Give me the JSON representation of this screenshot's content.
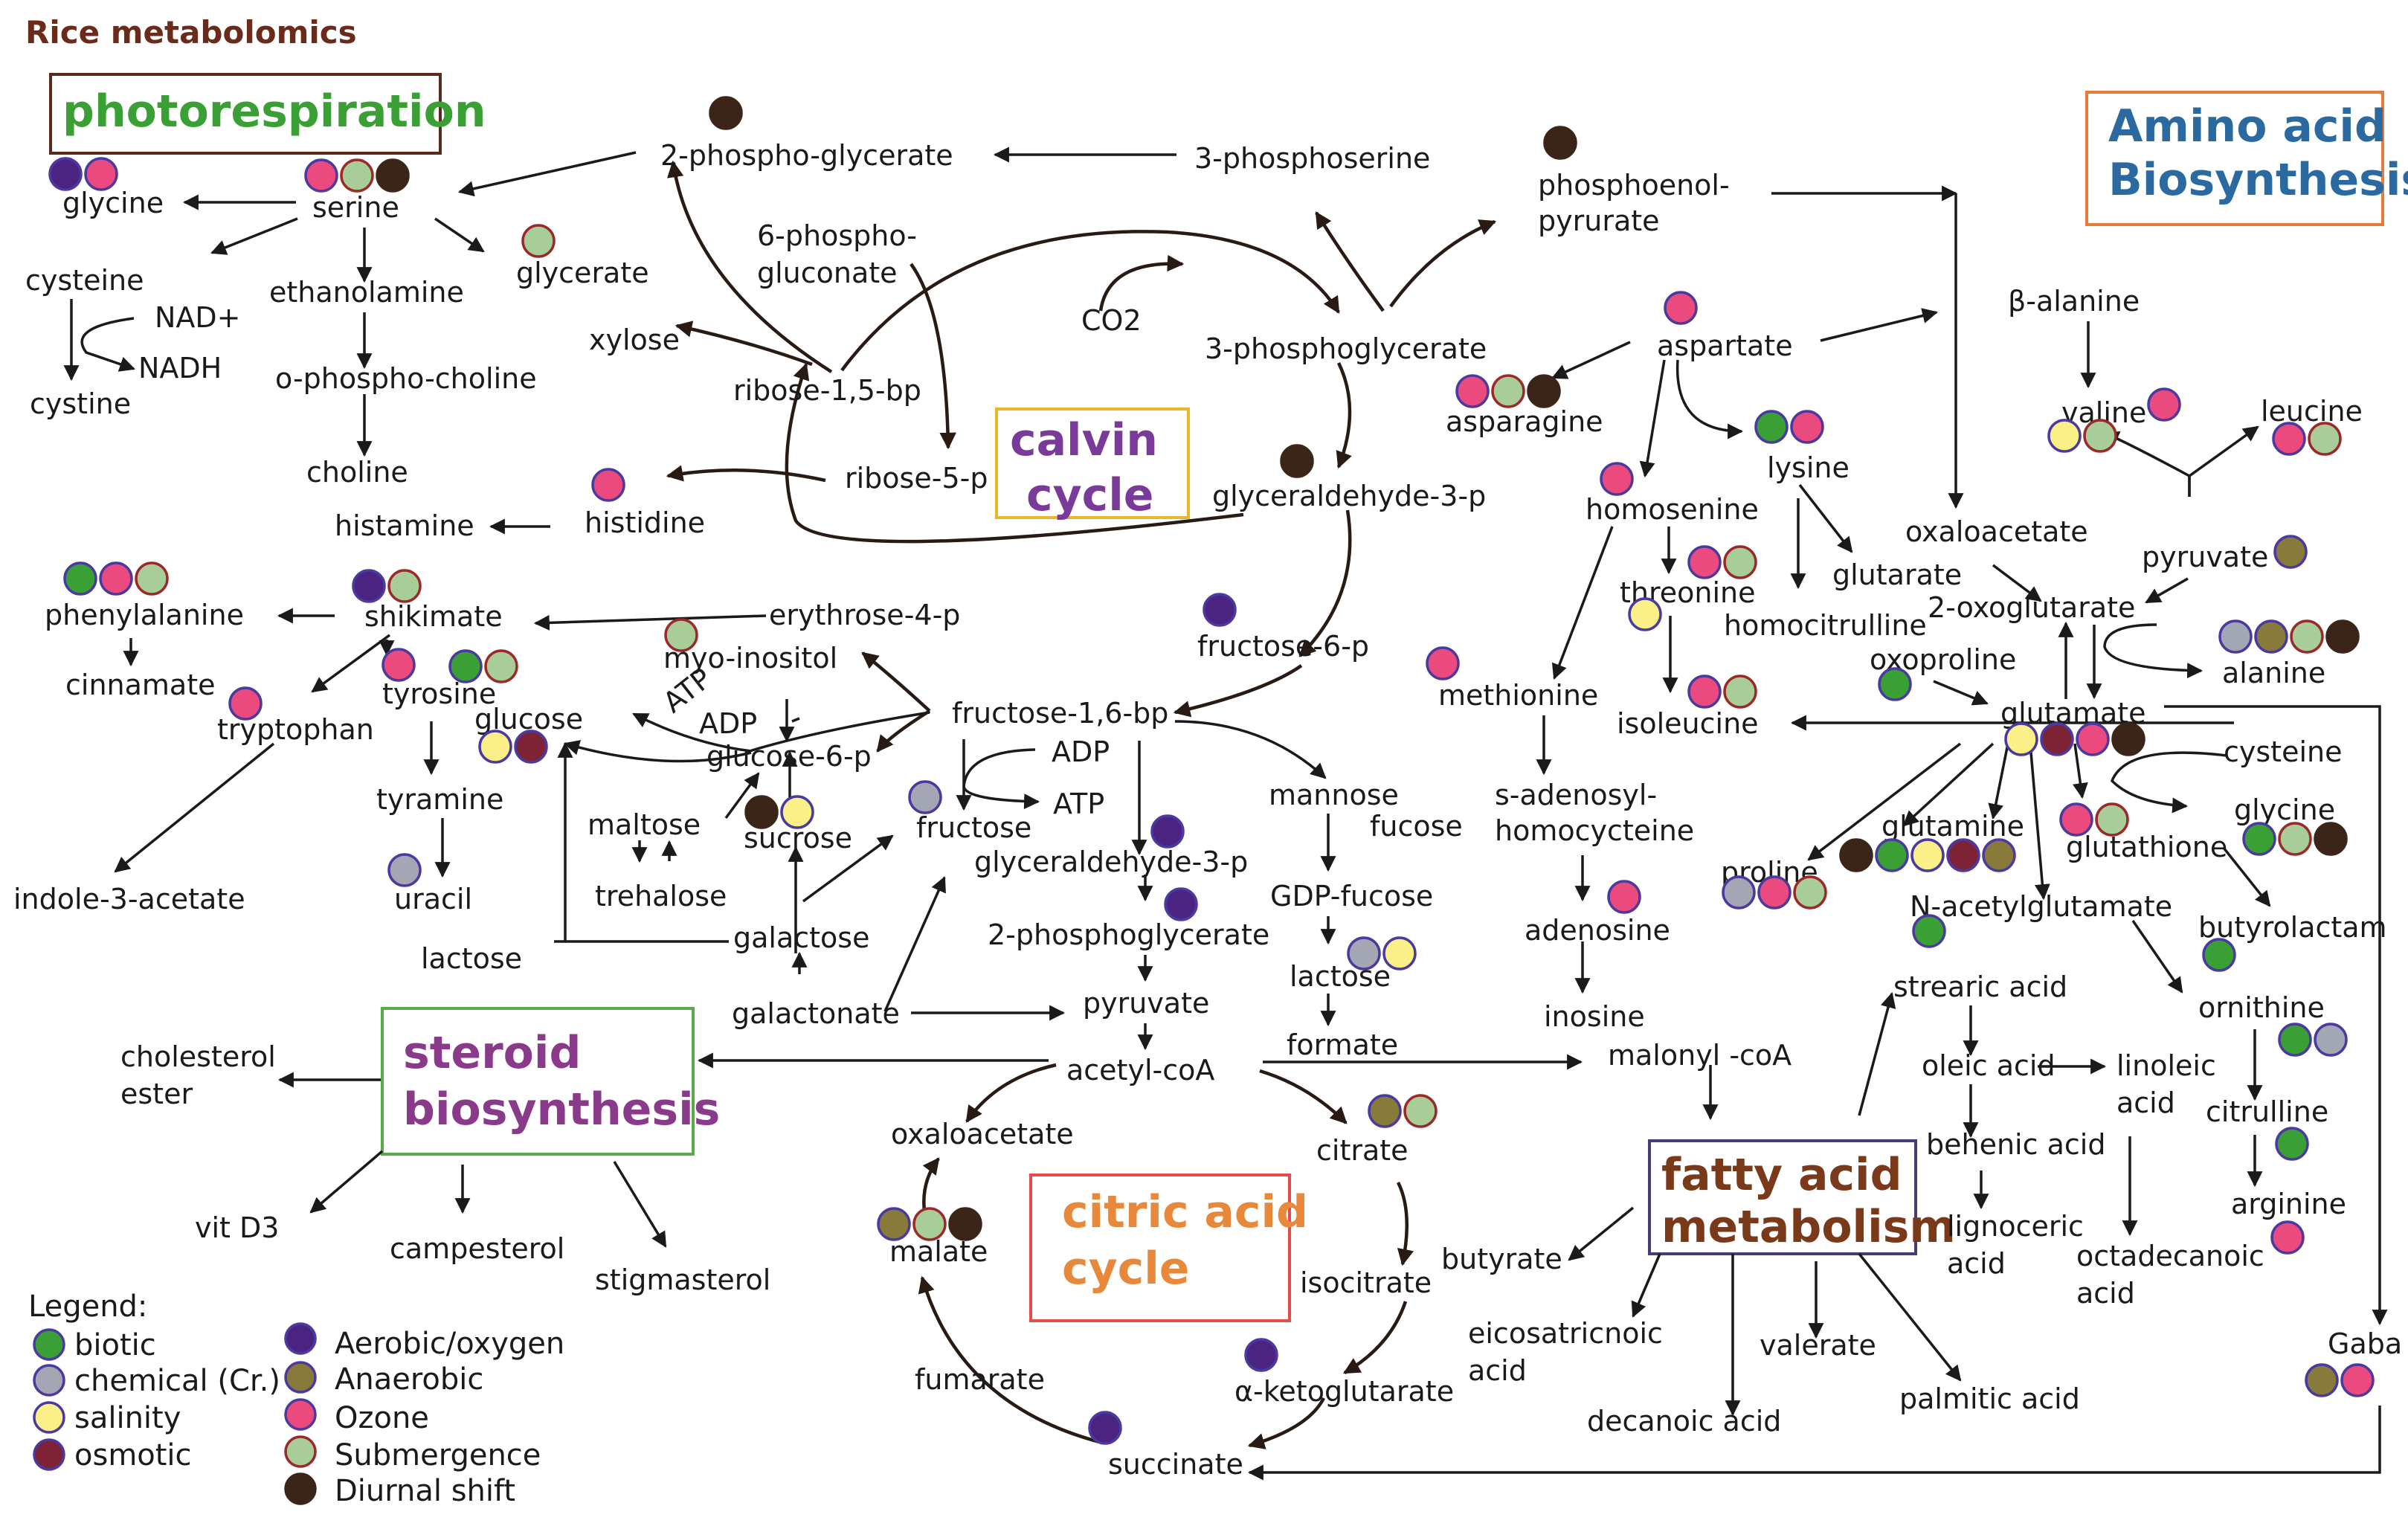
{
  "title": "Rice metabolomics",
  "colors": {
    "biotic": "#3aa035",
    "chemical": "#a3a6b3",
    "salinity": "#fbef88",
    "osmotic": "#7e2336",
    "aerobic": "#4b2380",
    "anaerobic": "#877a3a",
    "ozone": "#ea4a7d",
    "submergence": "#a9cd99",
    "diurnal": "#3b2418",
    "dot_outline_purple": "#4a3aa0",
    "dot_outline_red": "#9a2a2a"
  },
  "boxes": {
    "photorespiration": "photorespiration",
    "amino_line1": "Amino acid",
    "amino_line2": "Biosynthesis",
    "calvin_line1": "calvin",
    "calvin_line2": "cycle",
    "steroid_line1": "steroid",
    "steroid_line2": "biosynthesis",
    "citric_line1": "citric acid",
    "citric_line2": "cycle",
    "fatty_line1": "fatty acid",
    "fatty_line2": "metabolism"
  },
  "labels": {
    "glycine": "glycine",
    "serine": "serine",
    "glycerate": "glycerate",
    "cysteine": "cysteine",
    "nad": "NAD+",
    "nadh": "NADH",
    "cystine": "cystine",
    "ethanolamine": "ethanolamine",
    "o_phospho_choline": "o-phospho-choline",
    "choline": "choline",
    "histamine": "histamine",
    "histidine": "histidine",
    "phenylalanine": "phenylalanine",
    "shikimate": "shikimate",
    "cinnamate": "cinnamate",
    "tryptophan": "tryptophan",
    "tyrosine": "tyrosine",
    "tyramine": "tyramine",
    "uracil": "uracil",
    "indole_3_acetate": "indole-3-acetate",
    "two_phospho_glycerate": "2-phospho-glycerate",
    "three_phosphoserine": "3-phosphoserine",
    "six_phospho": "6-phospho-",
    "gluconate": "gluconate",
    "xylose": "xylose",
    "ribose_15_bp": "ribose-1,5-bp",
    "ribose_5_p": "ribose-5-p",
    "co2": "CO2",
    "three_phosphoglycerate": "3-phosphoglycerate",
    "gad3p_top": "glyceraldehyde-3-p",
    "fructose_6_p": "fructose-6-p",
    "erythrose_4_p": "erythrose-4-p",
    "myo_inositol": "myo-inositol",
    "atp_diag": "ATP",
    "adp_left": "ADP",
    "glucose": "glucose",
    "glucose_6_p": "glucose-6-p",
    "fructose_16_bp": "fructose-1,6-bp",
    "adp_mid": "ADP",
    "atp_mid": "ATP",
    "maltose": "maltose",
    "sucrose": "sucrose",
    "fructose": "fructose",
    "trehalose": "trehalose",
    "gad3p_mid": "glyceraldehyde-3-p",
    "two_phosphoglycerate": "2-phosphoglycerate",
    "lactose_left": "lactose",
    "galactose": "galactose",
    "galactonate": "galactonate",
    "pyruvate_mid": "pyruvate",
    "acetyl_coa": "acetyl-coA",
    "mannose": "mannose",
    "fucose": "fucose",
    "gdp_fucose": "GDP-fucose",
    "lactose_right": "lactose",
    "formate": "formate",
    "cholesterol": "cholesterol",
    "ester": "ester",
    "vit_d3": "vit D3",
    "campesterol": "campesterol",
    "stigmasterol": "stigmasterol",
    "oxaloacetate_tca": "oxaloacetate",
    "citrate": "citrate",
    "malate": "malate",
    "isocitrate": "isocitrate",
    "fumarate": "fumarate",
    "alpha_ketoglutarate": "α-ketoglutarate",
    "succinate": "succinate",
    "phosphoenol": "phosphoenol-",
    "pyrurate": "pyrurate",
    "aspartate": "aspartate",
    "asparagine": "asparagine",
    "lysine": "lysine",
    "homosenine": "homosenine",
    "threonine": "threonine",
    "glutarate": "glutarate",
    "homocitrulline": "homocitrulline",
    "methionine": "methionine",
    "isoleucine": "isoleucine",
    "s_adenosyl": "s-adenosyl-",
    "homocycteine": "homocycteine",
    "adenosine": "adenosine",
    "inosine": "inosine",
    "malonyl_coa": "malonyl -coA",
    "beta_alanine": "β-alanine",
    "valine": "valine",
    "leucine": "leucine",
    "oxaloacetate_aa": "oxaloacetate",
    "pyruvate_aa": "pyruvate",
    "two_oxoglutarate": "2-oxoglutarate",
    "oxoproline": "oxoproline",
    "alanine": "alanine",
    "glutamate": "glutamate",
    "cysteine_right": "cysteine",
    "glutamine": "glutamine",
    "glycine_right": "glycine",
    "glutathione": "glutathione",
    "proline": "proline",
    "n_acetylglutamate": "N-acetylglutamate",
    "butyrolactam": "butyrolactam",
    "strearic_acid": "strearic acid",
    "oleic_acid": "oleic acid",
    "linoleic": "linoleic",
    "acid_linoleic": "acid",
    "behenic_acid": "behenic acid",
    "lignoceric": "lignoceric",
    "acid_lignoceric": "acid",
    "octadecanoic": "octadecanoic",
    "acid_octadecanoic": "acid",
    "ornithine": "ornithine",
    "citrulline": "citrulline",
    "arginine": "arginine",
    "butyrate": "butyrate",
    "eicosatricnoic": "eicosatricnoic",
    "acid_eicosa": "acid",
    "valerate": "valerate",
    "decanoic_acid": "decanoic acid",
    "palmitic_acid": "palmitic acid",
    "gaba": "Gaba"
  },
  "legend": {
    "heading": "Legend:",
    "items": [
      {
        "label": "biotic",
        "color": "#3aa035"
      },
      {
        "label": "chemical (Cr.)",
        "color": "#a3a6b3"
      },
      {
        "label": "salinity",
        "color": "#fbef88"
      },
      {
        "label": "osmotic",
        "color": "#7e2336"
      },
      {
        "label": "Aerobic/oxygen",
        "color": "#4b2380"
      },
      {
        "label": "Anaerobic",
        "color": "#877a3a"
      },
      {
        "label": "Ozone",
        "color": "#ea4a7d"
      },
      {
        "label": "Submergence",
        "color": "#a9cd99"
      },
      {
        "label": "Diurnal shift",
        "color": "#3b2418"
      }
    ]
  }
}
